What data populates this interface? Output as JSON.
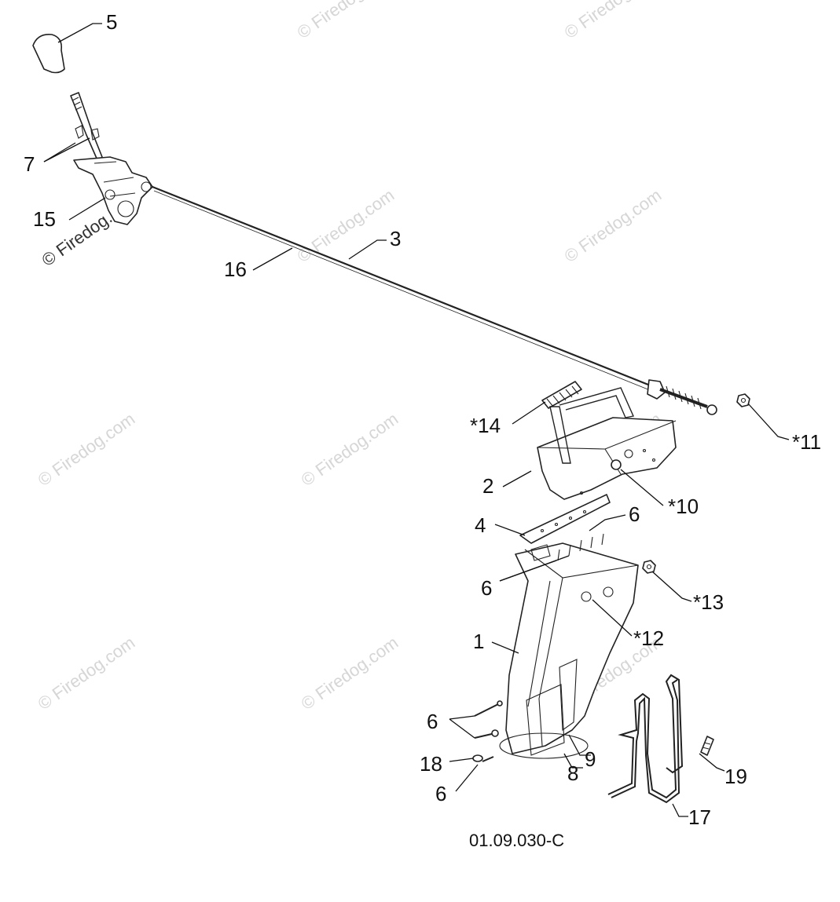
{
  "labels": {
    "p5": "5",
    "p7": "7",
    "p15": "15",
    "p16": "16",
    "p3": "3",
    "p14": "*14",
    "p11": "*11",
    "p2": "2",
    "p10": "*10",
    "p4": "4",
    "p6a": "6",
    "p6b": "6",
    "p13": "*13",
    "p12": "*12",
    "p1": "1",
    "p6c": "6",
    "p18": "18",
    "p6d": "6",
    "p8": "8",
    "p9": "9",
    "p19": "19",
    "p17": "17"
  },
  "diagram_code": "01.09.030-C",
  "watermark": "© Firedog.com"
}
